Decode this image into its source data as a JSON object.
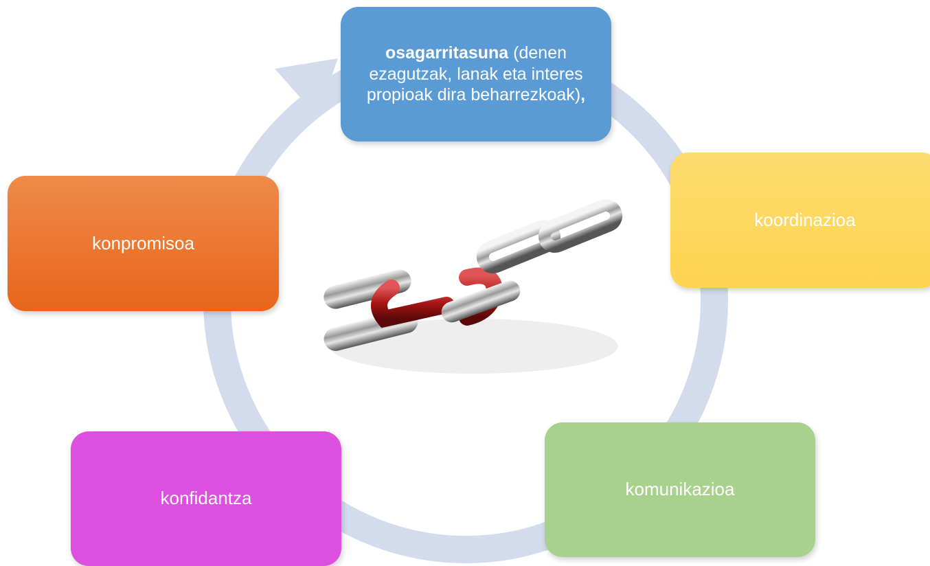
{
  "diagram": {
    "nodes": {
      "top": {
        "bold": "osagarritasuna",
        "rest": " (denen ezagutzak, lanak eta interes propioak dira beharrezkoak)",
        "trail": ","
      },
      "right": "koordinazioa",
      "bottom_right": "komunikazioa",
      "bottom_left": "konfidantza",
      "left": "konpromisoa"
    },
    "center_image": "broken-chain-illustration",
    "colors": {
      "cycle_arrow": "#d3dcec",
      "top": "#5b9bd5",
      "right": "#fdd44f",
      "bottom_right": "#a9d18e",
      "bottom_left": "#dd4fdf",
      "left": "#e8651a"
    }
  }
}
